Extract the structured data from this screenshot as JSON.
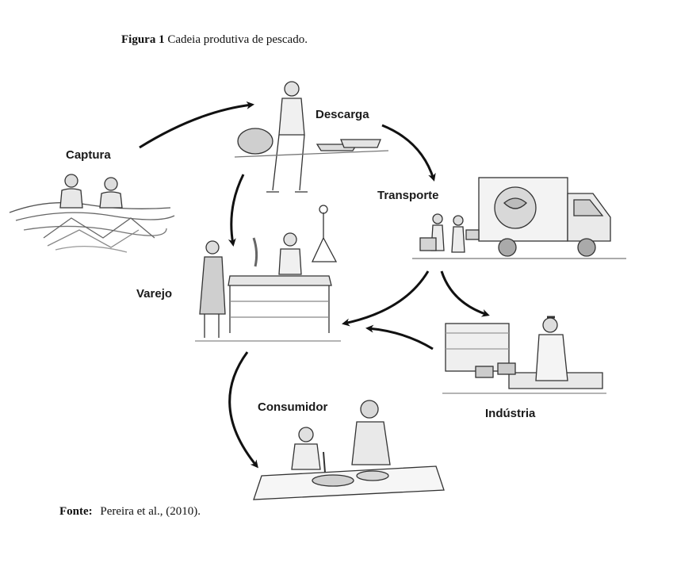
{
  "figure": {
    "number_label": "Figura 1",
    "title": "Cadeia produtiva de pescado."
  },
  "stages": {
    "captura": "Captura",
    "descarga": "Descarga",
    "transporte": "Transporte",
    "varejo": "Varejo",
    "industria": "Indústria",
    "consumidor": "Consumidor"
  },
  "source": {
    "label": "Fonte:",
    "text": "Pereira et al., (2010)."
  }
}
